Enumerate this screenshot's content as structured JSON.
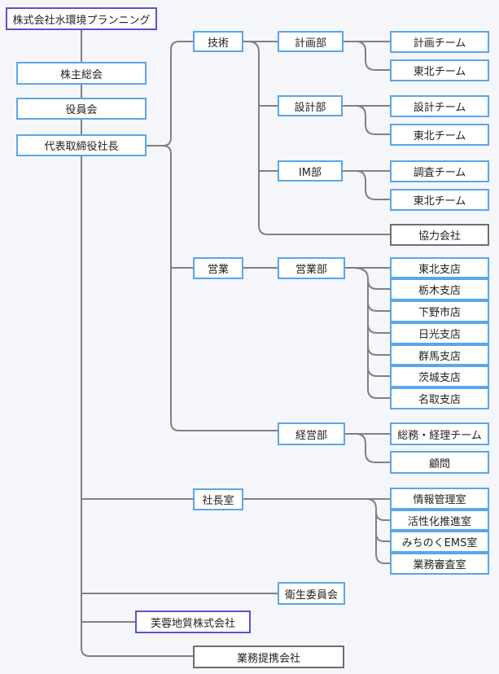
{
  "root": "株式会社水環境プランニング",
  "board": {
    "shareholders": "株主総会",
    "directors": "役員会",
    "president": "代表取締役社長"
  },
  "divisions": {
    "technical": "技術",
    "sales": "営業",
    "admin": "経営部",
    "president_office": "社長室",
    "health_committee": "衛生委員会",
    "affiliate": "芙蓉地質株式会社",
    "alliance": "業務提携会社"
  },
  "technical": {
    "planning": {
      "label": "計画部",
      "teams": [
        "計画チーム",
        "東北チーム"
      ]
    },
    "design": {
      "label": "設計部",
      "teams": [
        "設計チーム",
        "東北チーム"
      ]
    },
    "im": {
      "label": "IM部",
      "teams": [
        "調査チーム",
        "東北チーム"
      ]
    },
    "partner": "協力会社"
  },
  "sales": {
    "dept": "営業部",
    "branches": [
      "東北支店",
      "栃木支店",
      "下野市店",
      "日光支店",
      "群馬支店",
      "茨城支店",
      "名取支店"
    ]
  },
  "admin_units": [
    "総務・経理チーム",
    "顧問"
  ],
  "president_office_units": [
    "情報管理室",
    "活性化推進室",
    "みちのくEMS室",
    "業務審査室"
  ],
  "colors": {
    "node_border": "#5aa6ea",
    "root_border": "#5b50d6",
    "partner_border": "#6e6e6e",
    "connector": "#808080"
  }
}
